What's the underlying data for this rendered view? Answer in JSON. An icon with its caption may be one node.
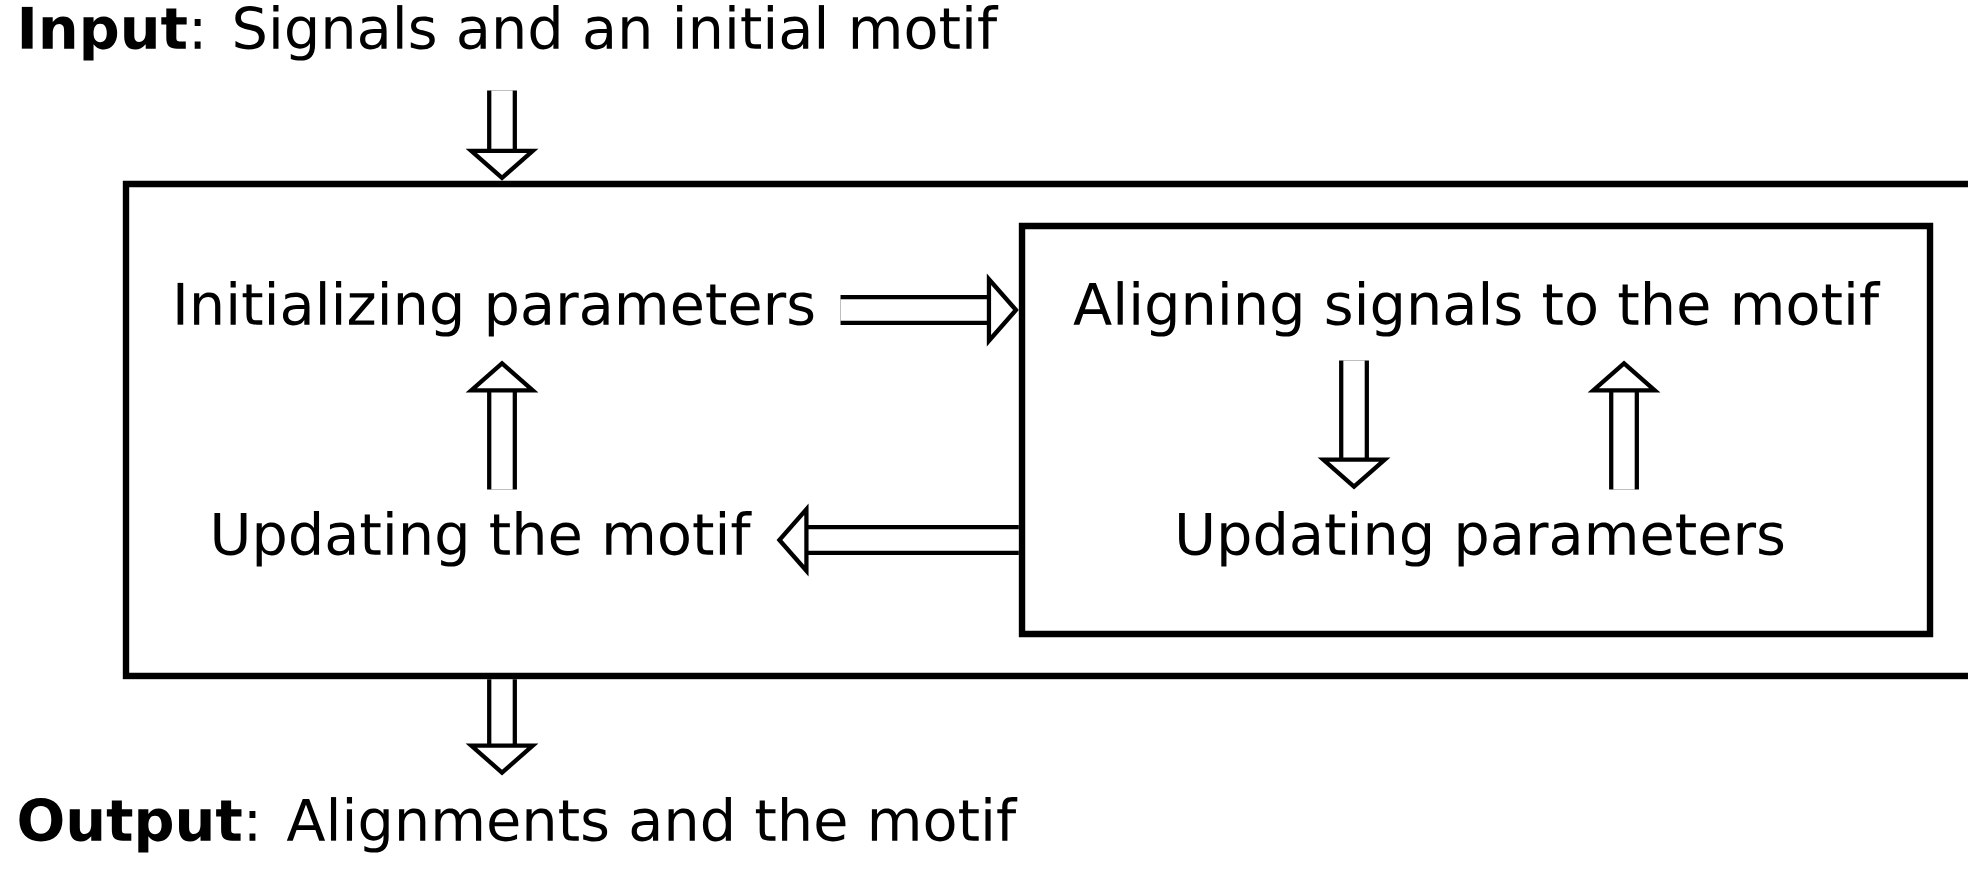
{
  "diagram": {
    "nodes": [
      {
        "text": [
          "**Input**: Signals and an initial motif"
        ]
      },
      {
        "text": [],
        "shape": "box"
      },
      {
        "text": [
          "Initializing parameters"
        ],
        "in": 1
      },
      {
        "text": [],
        "shape": "box",
        "in": 1
      },
      {
        "text": [
          "Aligning signals to the motif"
        ],
        "in": 3
      },
      {
        "text": [
          "Updating parameters"
        ],
        "in": 3
      },
      {
        "text": [
          "Updating the motif"
        ],
        "in": 1
      },
      {
        "text": [
          "**Output**: Alignments and the motif"
        ]
      }
    ],
    "edges": [
      {
        "from": 0,
        "to": 1,
        "arrow": "to"
      },
      {
        "from": 2,
        "to": 3,
        "arrow": "to"
      },
      {
        "from": 4,
        "to": 5,
        "arrow": "to"
      },
      {
        "from": 5,
        "to": 4,
        "arrow": "to"
      },
      {
        "from": 3,
        "to": 6,
        "arrow": "to"
      },
      {
        "from": 6,
        "to": 2,
        "arrow": "to"
      },
      {
        "from": 1,
        "to": 7,
        "arrow": "to"
      }
    ]
  }
}
